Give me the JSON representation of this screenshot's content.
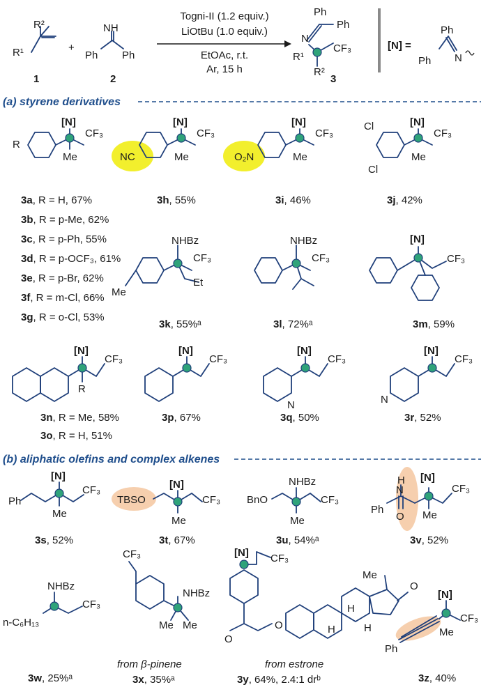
{
  "header": {
    "compound_1": "1",
    "compound_2": "2",
    "compound_3": "3",
    "plus": "+",
    "r2": "R²",
    "r1": "R¹",
    "nh": "NH",
    "ph": "Ph",
    "reagent_1": "Togni-II (1.2 equiv.)",
    "reagent_2": "LiOtBu (1.0 equiv.)",
    "cond_1": "EtOAc, r.t.",
    "cond_2": "Ar, 15 h",
    "n_def_label": "[N] =",
    "n": "N",
    "cf3": "CF₃"
  },
  "section_a": {
    "title": "(a) styrene derivatives",
    "rows": [
      {
        "id": "3a",
        "text": ", R = H, 67%"
      },
      {
        "id": "3b",
        "text": ", R = p-Me, 62%"
      },
      {
        "id": "3c",
        "text": ", R = p-Ph, 55%"
      },
      {
        "id": "3d",
        "text": ", R = p-OCF₃, 61%"
      },
      {
        "id": "3e",
        "text": ", R = p-Br, 62%"
      },
      {
        "id": "3f",
        "text": ", R = m-Cl, 66%"
      },
      {
        "id": "3g",
        "text": ", R = o-Cl, 53%"
      }
    ],
    "labels": [
      {
        "id": "3h",
        "yield": ", 55%"
      },
      {
        "id": "3i",
        "yield": ", 46%"
      },
      {
        "id": "3j",
        "yield": ", 42%"
      },
      {
        "id": "3k",
        "yield": ", 55%ᵃ"
      },
      {
        "id": "3l",
        "yield": ", 72%ᵃ"
      },
      {
        "id": "3m",
        "yield": ", 59%"
      },
      {
        "id": "3n",
        "yield": ", R = Me, 58%"
      },
      {
        "id": "3o",
        "yield": ", R = H, 51%"
      },
      {
        "id": "3p",
        "yield": ", 67%"
      },
      {
        "id": "3q",
        "yield": ", 50%"
      },
      {
        "id": "3r",
        "yield": ", 52%"
      }
    ]
  },
  "section_b": {
    "title": "(b) aliphatic olefins and complex alkenes",
    "labels": [
      {
        "id": "3s",
        "yield": ", 52%"
      },
      {
        "id": "3t",
        "yield": ", 67%"
      },
      {
        "id": "3u",
        "yield": ", 54%ᵃ"
      },
      {
        "id": "3v",
        "yield": ", 52%"
      },
      {
        "id": "3w",
        "yield": ", 25%ᵃ"
      },
      {
        "id": "3x",
        "yield": ", 35%ᵃ"
      },
      {
        "id": "3y",
        "yield": ", 64%, 2.4:1 drᵇ"
      },
      {
        "id": "3z",
        "yield": ", 40%"
      }
    ],
    "from_pinene": "from β-pinene",
    "from_estrone": "from estrone"
  },
  "atoms": {
    "nbr": "[N]",
    "me": "Me",
    "et": "Et",
    "r": "R",
    "nc": "NC",
    "o2n": "O₂N",
    "cl": "Cl",
    "nhbz": "NHBz",
    "ph": "Ph",
    "tbso": "TBSO",
    "bno": "BnO",
    "h": "H",
    "o": "O",
    "hexyl": "n-C₆H₁₃"
  },
  "colors": {
    "bond_blue": "#1f3f7a",
    "label_red": "#8b1a1a",
    "cf3_purple": "#8a2be2",
    "carbon_dot_green": "#2fa37a",
    "highlight_yellow": "#f2ef2d",
    "highlight_peach": "#f6cfae",
    "section_blue": "#1f4e8c"
  }
}
